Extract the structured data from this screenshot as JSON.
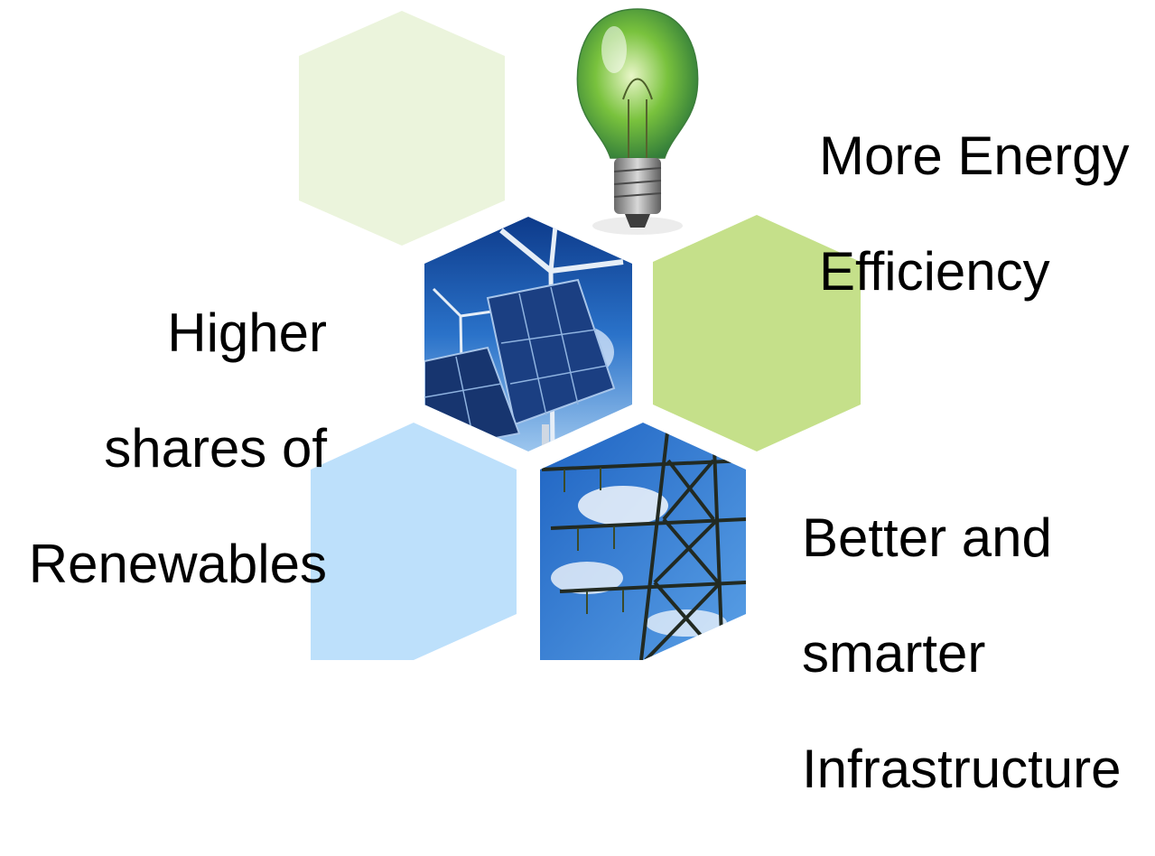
{
  "labels": {
    "renewables": [
      "Higher",
      "shares of",
      "Renewables"
    ],
    "efficiency": [
      "More Energy",
      "Efficiency"
    ],
    "infrastructure": [
      "Better and",
      "smarter",
      "Infrastructure"
    ]
  },
  "colors": {
    "hex_light_green": "#ebf4dc",
    "hex_green": "#c5e08a",
    "hex_light_blue": "#bde0fb",
    "sky_blue": "#1f5fb8",
    "bulb_green": "#6fbf3a"
  },
  "images": {
    "bulb": "lightbulb-icon",
    "renewables": "wind-solar-image",
    "grid": "power-pylon-image"
  }
}
